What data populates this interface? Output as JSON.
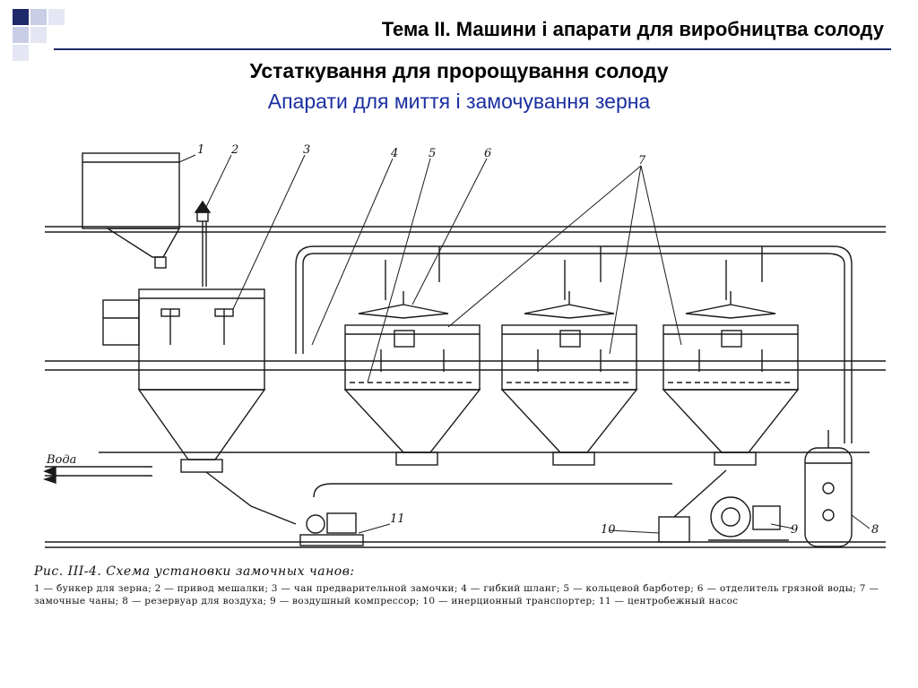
{
  "header": {
    "topic": "Тема ІІ. Машини і апарати для виробництва солоду"
  },
  "slide": {
    "title": "Устаткування для пророщування солоду",
    "subtitle": "Апарати для миття і замочування зерна"
  },
  "figure": {
    "side_label": "Вода",
    "callouts": [
      "1",
      "2",
      "3",
      "4",
      "5",
      "6",
      "7",
      "8",
      "9",
      "10",
      "11"
    ],
    "caption_title": "Рис. III-4. Схема установки замочных чанов:",
    "caption_legend": "1 — бункер для зерна; 2 — привод мешалки; 3 — чан предварительной замочки; 4 — гибкий шланг; 5 — кольцевой барботер; 6 — отделитель грязной воды; 7 — замочные чаны; 8 — резервуар для воздуха; 9 — воздушный компрессор; 10 — инерционный транспортер; 11 — центробежный насос"
  },
  "colors": {
    "header_line": "#1f2a6b",
    "subtitle": "#1a2fa0",
    "corner_dark": "#1f2a6b",
    "corner_light": "#c9cde6"
  }
}
